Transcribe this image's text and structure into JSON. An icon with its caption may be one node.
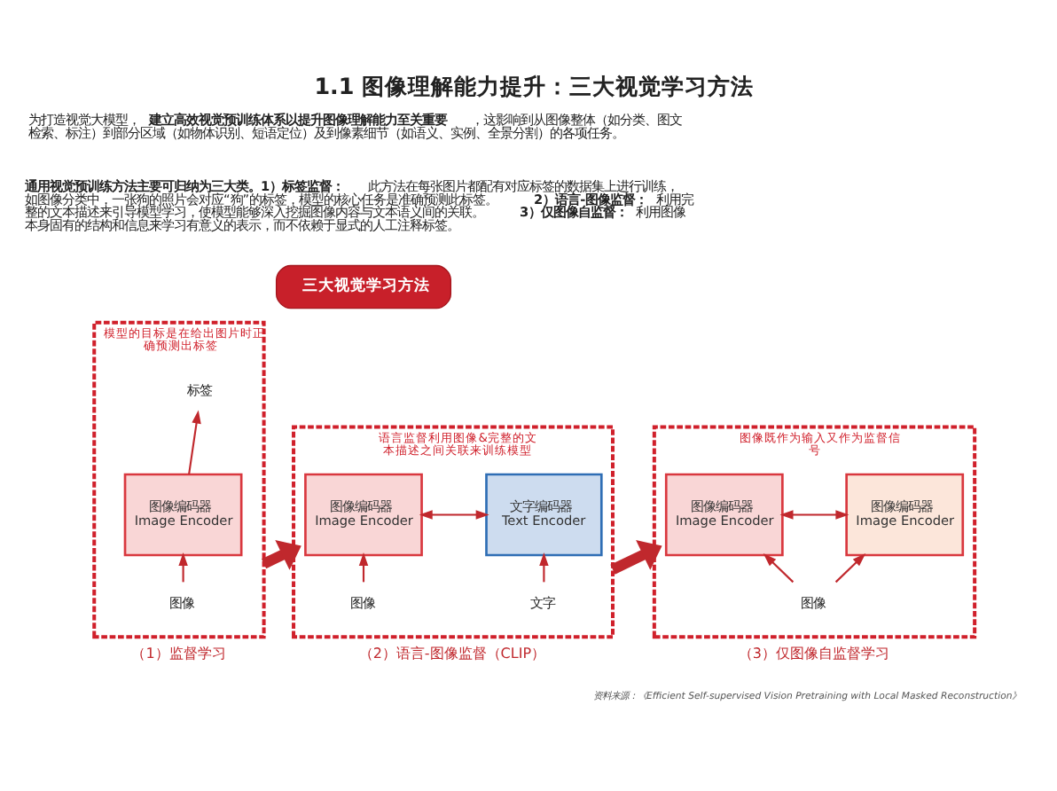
{
  "diagram": {
    "title": "1.1 图像理解能力提升：三大视觉学习方法",
    "nodes": [
      {
        "text": [
          "三大视觉学习方法"
        ]
      },
      {
        "text": [
          "模型的目标是在给出图片时正确预测出标签"
        ],
        "beside": [
          "（1）监督学习"
        ]
      },
      {
        "text": [
          "标签"
        ],
        "in": 1
      },
      {
        "text": [
          "图像编码器",
          "Image Encoder"
        ],
        "in": 1
      },
      {
        "text": [
          "图像"
        ],
        "in": 1
      },
      {
        "text": [
          "语言监督利用图像&完整的文本描述之间关联来训练模型"
        ],
        "beside": [
          "（2）语言-图像监督（CLIP）"
        ]
      },
      {
        "text": [
          "图像编码器",
          "Image Encoder"
        ],
        "in": 5
      },
      {
        "text": [
          "文字编码器",
          "Text Encoder"
        ],
        "in": 5
      },
      {
        "text": [
          "图像"
        ],
        "in": 5
      },
      {
        "text": [
          "文字"
        ],
        "in": 5
      },
      {
        "text": [
          "图像既作为输入又作为监督信号"
        ],
        "beside": [
          "（3）仅图像自监督学习"
        ]
      },
      {
        "text": [
          "图像编码器",
          "Image Encoder"
        ],
        "in": 10
      },
      {
        "text": [
          "图像编码器",
          "Image Encoder"
        ],
        "in": 10
      },
      {
        "text": [
          "图像"
        ],
        "in": 10
      }
    ],
    "edges": [
      {
        "from": 4,
        "to": 3,
        "arrow": "to"
      },
      {
        "from": 3,
        "to": 2,
        "arrow": "to"
      },
      {
        "from": 1,
        "to": 5,
        "arrow": "to",
        "style": "thick"
      },
      {
        "from": 6,
        "to": 7,
        "arrow": "both"
      },
      {
        "from": 8,
        "to": 6,
        "arrow": "to"
      },
      {
        "from": 9,
        "to": 7,
        "arrow": "to"
      },
      {
        "from": 5,
        "to": 10,
        "arrow": "to",
        "style": "thick"
      },
      {
        "from": 11,
        "to": 12,
        "arrow": "both"
      },
      {
        "from": 13,
        "to": 11,
        "arrow": "to"
      },
      {
        "from": 13,
        "to": 12,
        "arrow": "to"
      }
    ],
    "labels": [
      "为打造视觉大模型，**建立高效视觉预训练体系以提升图像理解能力至关重要**，这影响到从图像整体（如分类、图文检索、标注）到部分区域（如物体识别、短语定位）及到像素细节（如语义、实例、全景分割）的各项任务。",
      "**通用视觉预训练方法主要可归纳为三大类。1）标签监督：**此方法在每张图片都配有对应标签的数据集上进行训练，如图像分类中，一张狗的照片会对应“狗”的标签，模型的核心任务是准确预测此标签。**2）语言-图像监督：**利用完整的文本描述来引导模型学习，使模型能够深入挖掘图像内容与文本语义间的关联。**3）仅图像自监督：**利用图像本身固有的结构和信息来学习有意义的表示，而不依赖于显式的人工注释标签。",
      "资料来源：《Efficient Self-supervised Vision Pretraining with Local Masked Reconstruction》"
    ]
  }
}
